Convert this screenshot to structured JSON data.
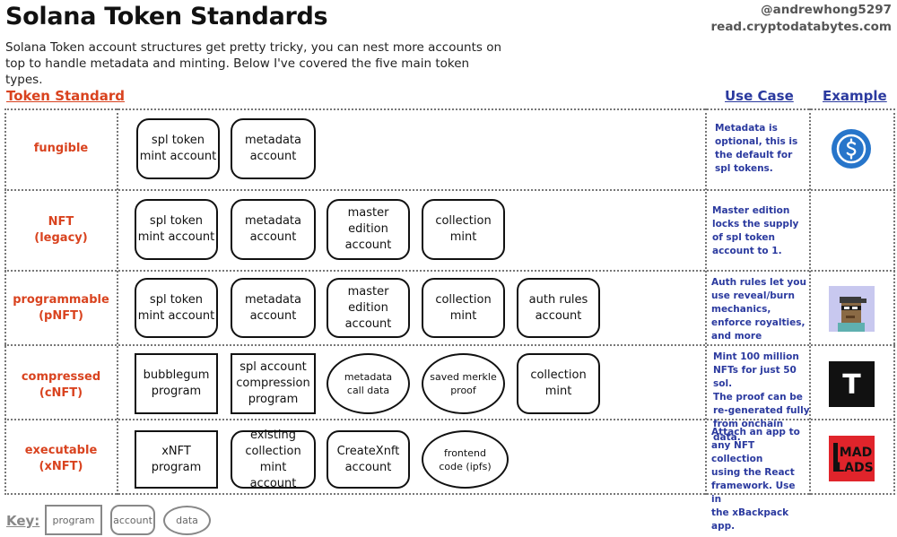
{
  "header": {
    "title": "Solana Token Standards",
    "subtitle": "Solana Token account structures get pretty tricky, you can nest more accounts on top to handle metadata and minting. Below I've covered the five main token types.",
    "handle": "@andrewhong5297",
    "site": "read.cryptodatabytes.com"
  },
  "columns": {
    "standard": "Token Standard",
    "use_case": "Use Case",
    "example": "Example"
  },
  "rows": [
    {
      "label": [
        "fungible"
      ],
      "boxes": [
        {
          "type": "account",
          "lines": [
            "spl token",
            "mint account"
          ]
        },
        {
          "type": "account",
          "lines": [
            "metadata",
            "account"
          ]
        }
      ],
      "use_case": [
        "Metadata is",
        "optional, this is",
        "the default for",
        "spl tokens."
      ],
      "example_icon": "usdc-coin-icon"
    },
    {
      "label": [
        "NFT",
        "(legacy)"
      ],
      "boxes": [
        {
          "type": "account",
          "lines": [
            "spl token",
            "mint account"
          ]
        },
        {
          "type": "account",
          "lines": [
            "metadata",
            "account"
          ]
        },
        {
          "type": "account",
          "lines": [
            "master edition",
            "account"
          ]
        },
        {
          "type": "account",
          "lines": [
            "collection",
            "mint"
          ]
        }
      ],
      "use_case": [
        "Master edition",
        "locks the supply",
        "of spl token",
        "account to 1."
      ],
      "example_icon": ""
    },
    {
      "label": [
        "programmable",
        "(pNFT)"
      ],
      "boxes": [
        {
          "type": "account",
          "lines": [
            "spl token",
            "mint account"
          ]
        },
        {
          "type": "account",
          "lines": [
            "metadata",
            "account"
          ]
        },
        {
          "type": "account",
          "lines": [
            "master edition",
            "account"
          ]
        },
        {
          "type": "account",
          "lines": [
            "collection",
            "mint"
          ]
        },
        {
          "type": "account",
          "lines": [
            "auth rules",
            "account"
          ]
        }
      ],
      "use_case": [
        "Auth rules let you",
        "use reveal/burn",
        "mechanics,",
        "enforce royalties,",
        "and more"
      ],
      "example_icon": "pixel-avatar-icon"
    },
    {
      "label": [
        "compressed",
        "(cNFT)"
      ],
      "boxes": [
        {
          "type": "program",
          "lines": [
            "bubblegum",
            "program"
          ]
        },
        {
          "type": "program",
          "lines": [
            "spl account",
            "compression",
            "program"
          ]
        },
        {
          "type": "data",
          "lines": [
            "metadata",
            "call data"
          ]
        },
        {
          "type": "data",
          "lines": [
            "saved merkle",
            "proof"
          ]
        },
        {
          "type": "account",
          "lines": [
            "collection",
            "mint"
          ]
        }
      ],
      "use_case": [
        "Mint 100 million",
        "NFTs for just 50 sol.",
        "The proof can be",
        "re-generated fully",
        "from onchain data."
      ],
      "example_icon": "tensor-t-icon",
      "example_glyph": "T"
    },
    {
      "label": [
        "executable",
        "(xNFT)"
      ],
      "boxes": [
        {
          "type": "program",
          "lines": [
            "xNFT",
            "program"
          ]
        },
        {
          "type": "account",
          "lines": [
            "existing",
            "collection mint",
            "account"
          ]
        },
        {
          "type": "account",
          "lines": [
            "CreateXnft",
            "account"
          ]
        },
        {
          "type": "data",
          "lines": [
            "frontend",
            "code (ipfs)"
          ]
        }
      ],
      "use_case": [
        "Attach an app to",
        "any NFT collection",
        "using the React",
        "framework. Use in",
        "the xBackpack app."
      ],
      "example_icon": "mad-lads-logo-icon",
      "example_logo_text": [
        "MAD",
        "LADS"
      ]
    }
  ],
  "key": {
    "label": "Key:",
    "items": [
      "program",
      "account",
      "data"
    ]
  },
  "colors": {
    "standard_red": "#d9431f",
    "use_case_blue": "#2b3a9f",
    "usdc_blue": "#2775ca",
    "madlads_red": "#e0242b"
  }
}
